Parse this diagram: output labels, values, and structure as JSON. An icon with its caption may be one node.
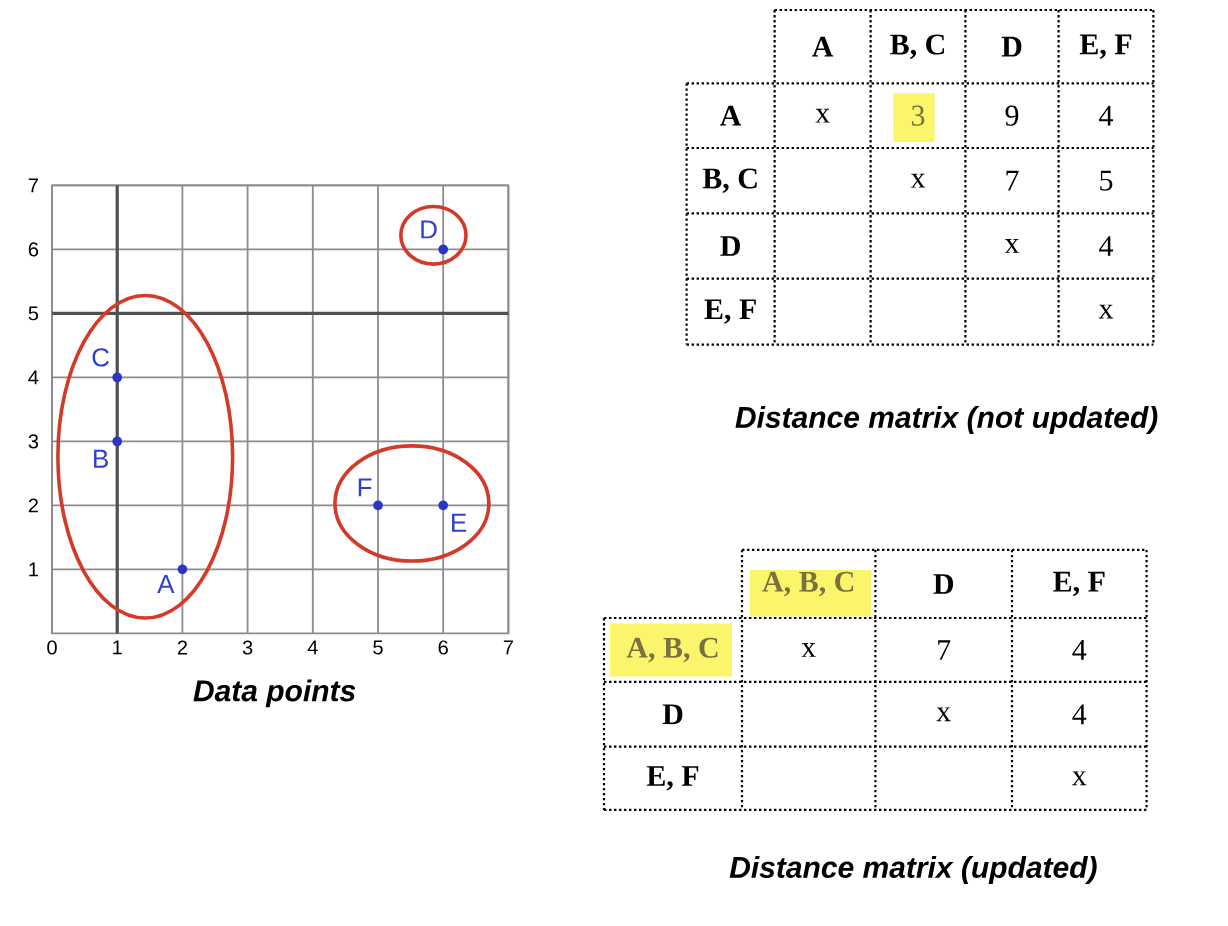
{
  "diagram": {
    "labels": [
      "A",
      "B, C",
      "D",
      "E, F",
      "A",
      "x",
      "3",
      "9",
      "4",
      "B, C",
      "x",
      "7",
      "5",
      "D",
      "x",
      "4",
      "E, F",
      "x",
      "Distance matrix (not updated)",
      "A, B, C",
      "D",
      "E, F",
      "A, B, C",
      "x",
      "7",
      "4",
      "D",
      "x",
      "4",
      "E, F",
      "x",
      "Distance matrix (updated)"
    ],
    "chart_data": {
      "type": "scatter",
      "title": "Data points",
      "x": [
        2,
        1,
        1,
        6,
        6,
        5
      ],
      "series": [
        {
          "color": "#2b35c4",
          "values": [
            1,
            3,
            4,
            6,
            2,
            2
          ]
        }
      ],
      "xlim": [
        0,
        7
      ],
      "ylim": [
        0,
        7
      ],
      "xticks": [
        0,
        1,
        2,
        3,
        4,
        5,
        6,
        7
      ],
      "yticks": [
        1,
        2,
        3,
        4,
        5,
        6,
        7
      ],
      "grid": true,
      "annotations": [
        {
          "text": "A",
          "x": 2,
          "y": 1
        },
        {
          "text": "B",
          "x": 1,
          "y": 3
        },
        {
          "text": "C",
          "x": 1,
          "y": 4
        },
        {
          "text": "D",
          "x": 6,
          "y": 6
        },
        {
          "text": "E",
          "x": 6,
          "y": 2
        },
        {
          "text": "F",
          "x": 5,
          "y": 2
        }
      ]
    }
  }
}
